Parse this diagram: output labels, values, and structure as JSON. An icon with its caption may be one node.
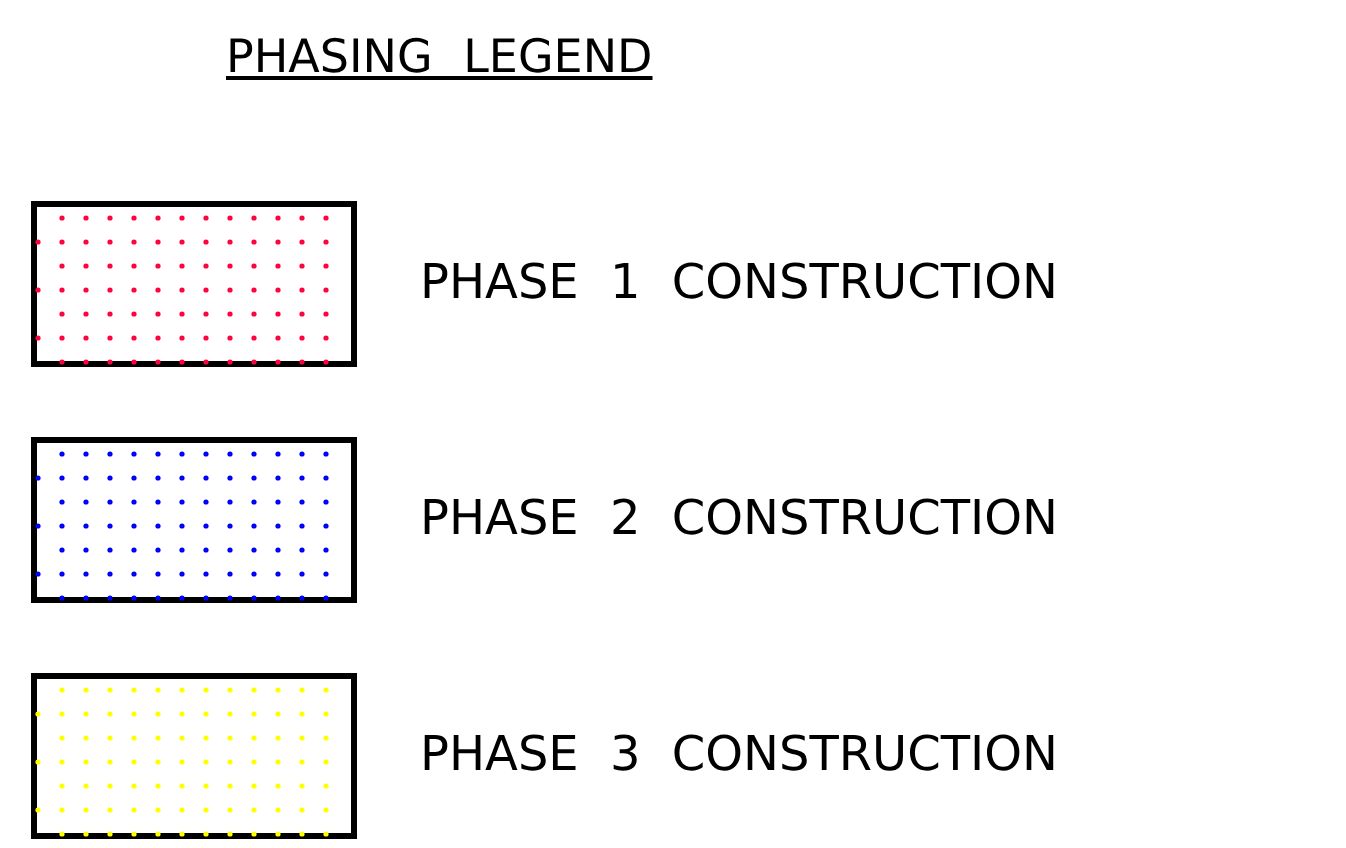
{
  "diagram": {
    "title": "PHASING LEGEND",
    "legend": [
      {
        "text": "PHASE 1 CONSTRUCTION",
        "color": "#ff0040"
      },
      {
        "text": "PHASE 2 CONSTRUCTION",
        "color": "#0000ff"
      },
      {
        "text": "PHASE 3 CONSTRUCTION",
        "color": "#ffff00"
      }
    ]
  }
}
